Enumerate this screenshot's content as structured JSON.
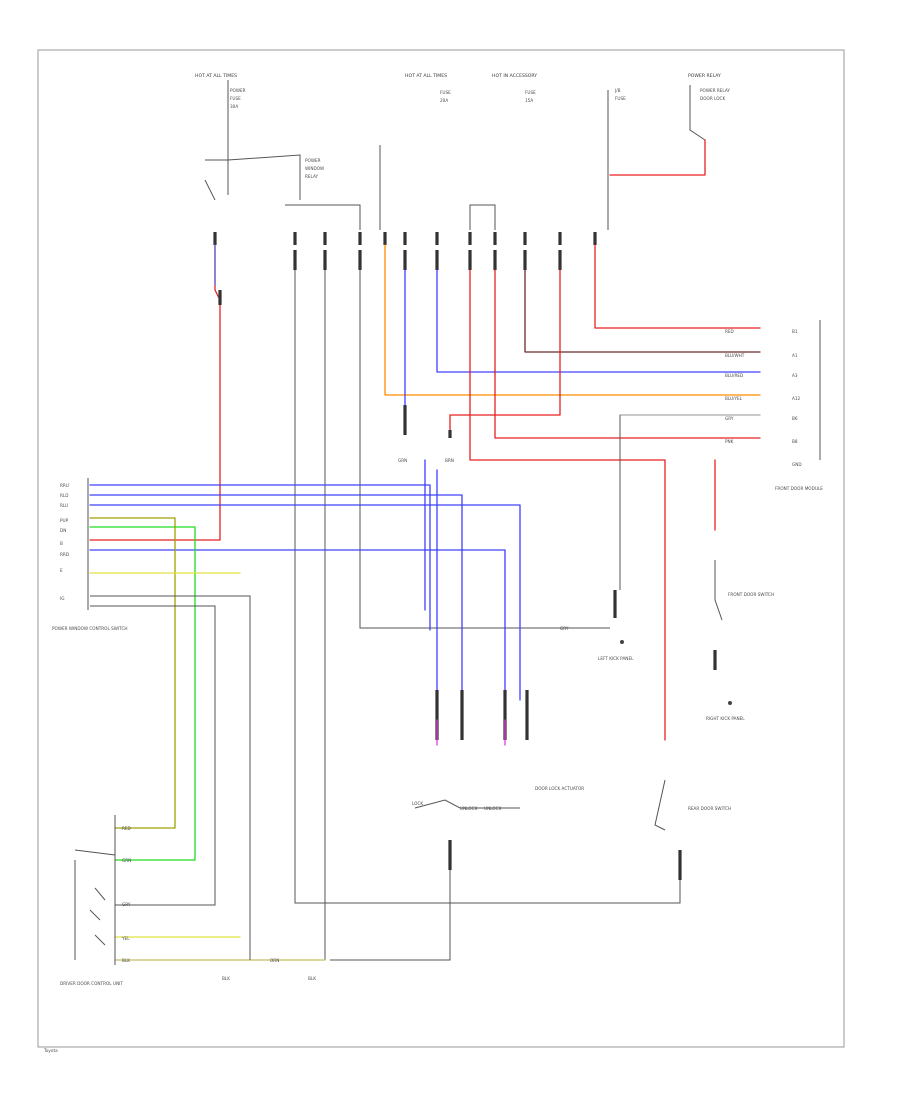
{
  "diagram": {
    "top_labels": {
      "hot_run_start_1": "HOT AT ALL TIMES",
      "hot_run_start_2": "HOT AT ALL TIMES",
      "hot_accessory": "HOT IN ACCESSORY",
      "power_relay": "POWER RELAY"
    },
    "side_labels": {
      "control_unit": "POWER WINDOW CONTROL SWITCH",
      "left_module": "DRIVER DOOR CONTROL UNIT",
      "right_module": "FRONT DOOR MODULE",
      "left_ground": "LEFT KICK PANEL",
      "right_ground": "RIGHT KICK PANEL",
      "front_switch": "FRONT DOOR SWITCH",
      "rear_switch": "REAR DOOR SWITCH",
      "lock_unit": "DOOR LOCK ACTUATOR"
    },
    "wire_labels": {
      "red": "RED",
      "blu_wht": "BLU/WHT",
      "blu_red": "BLU/RED",
      "blu_yel": "BLU/YEL",
      "grn": "GRN",
      "yel": "YEL",
      "gry": "GRY",
      "brn": "BRN",
      "orn": "ORN",
      "blk": "BLK",
      "pnk": "PNK"
    },
    "footer": "Toyota"
  }
}
